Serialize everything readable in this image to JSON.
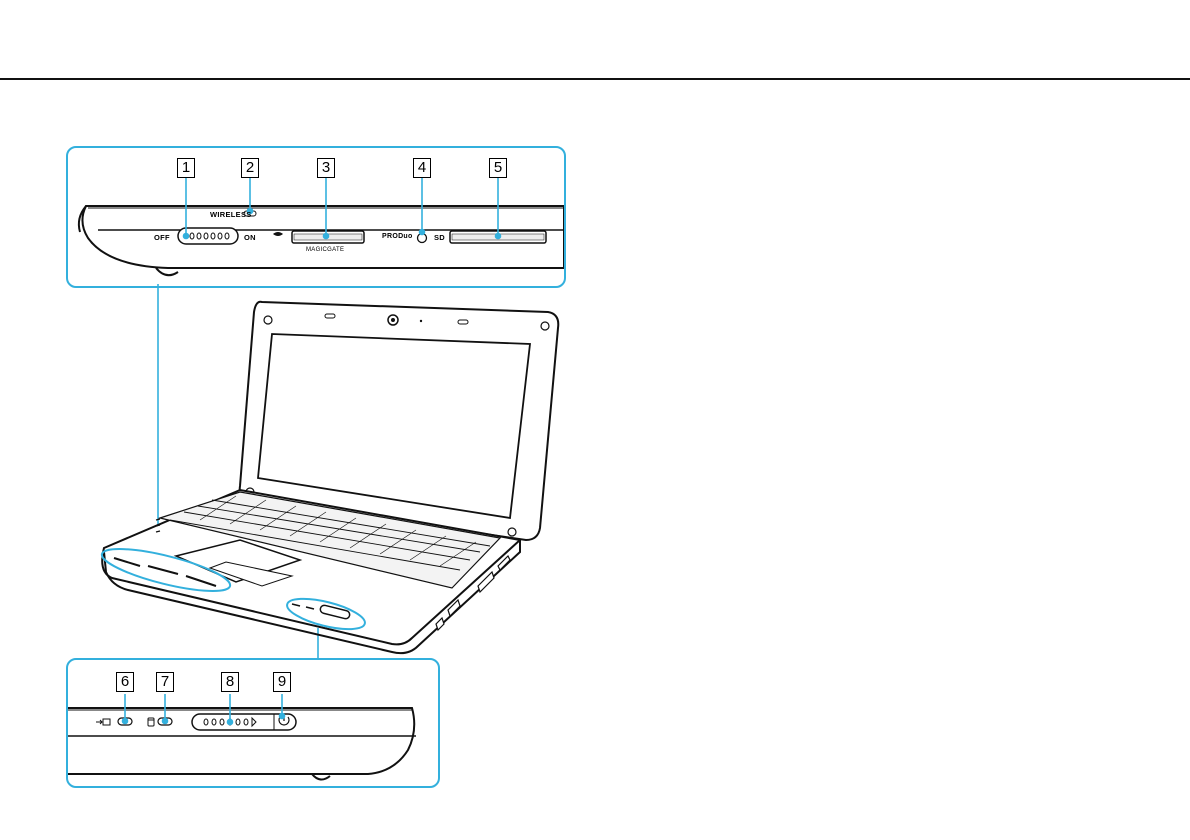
{
  "callouts_top": [
    "1",
    "2",
    "3",
    "4",
    "5"
  ],
  "callouts_bottom": [
    "6",
    "7",
    "8",
    "9"
  ],
  "panel_top_labels": {
    "wireless": "WIRELESS",
    "off": "OFF",
    "on": "ON",
    "magicgate": "MAGICGATE",
    "produo": "PRODuo",
    "sd": "SD"
  },
  "colors": {
    "accent": "#33b0dd",
    "line": "#111111"
  },
  "icons": {
    "memory_stick": "memory-stick-icon",
    "charge": "charge-indicator-icon",
    "disk": "disk-drive-indicator-icon",
    "power": "power-icon"
  }
}
